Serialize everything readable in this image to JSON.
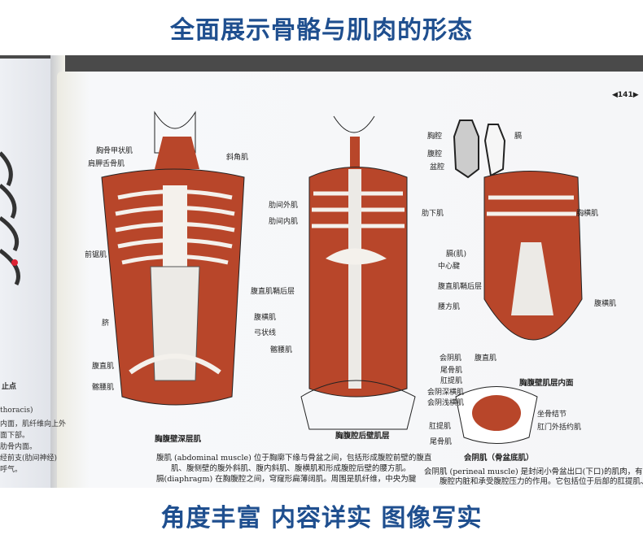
{
  "banner_top": "全面展示骨骼与肌肉的形态",
  "banner_bottom": "角度丰富 内容详实 图像写实",
  "page_number": "◀141▶",
  "left_page": [
    "止点",
    "thoracis)",
    "内面，肌纤维向上外",
    "面下部。",
    "肋骨内面。",
    "经前支(肋间神经)",
    "呼气。"
  ],
  "fig1": {
    "caption": "胸腹壁深层肌",
    "labels": [
      "胸骨甲状肌",
      "肩胛舌骨肌",
      "斜角肌",
      "前锯肌",
      "脐",
      "腹直肌",
      "髂腰肌",
      "腹直肌鞘后层",
      "腹横肌",
      "弓状线"
    ]
  },
  "fig2": {
    "caption": "胸腹腔后壁肌层",
    "labels": [
      "肋间外肌",
      "肋间内肌",
      "肋下肌",
      "膈(肌)",
      "中心腱",
      "腹直肌鞘后层",
      "腰方肌",
      "髂腰肌",
      "会阴肌",
      "尾骨肌",
      "肛提肌",
      "会阴深横肌",
      "会阴浅横肌"
    ]
  },
  "cavity": {
    "labels": [
      "胸腔",
      "腹腔",
      "盆腔",
      "膈"
    ]
  },
  "fig3": {
    "caption": "胸腹壁肌层内面",
    "labels": [
      "胸横肌",
      "腹横肌",
      "腹直肌"
    ]
  },
  "fig4": {
    "caption": "会阴肌（骨盆底肌）",
    "labels": [
      "坐骨结节",
      "肛门外括约肌",
      "肛提肌",
      "尾骨肌"
    ]
  },
  "body_left": [
    "腹肌 (abdominal muscle) 位于胸廓下缘与骨盆之间，包括形成腹腔前壁的腹直",
    "肌、腹侧壁的腹外斜肌、腹内斜肌、腹横肌和形成腹腔后壁的腰方肌。",
    "膈(diaphragm) 在胸腹腔之间，穹窿形扁薄阔肌。周围是肌纤维，中央为腱"
  ],
  "body_right": [
    "会阴肌 (perineal muscle) 是封闭小骨盆出口(下口)的肌肉，有承托盆腔、",
    "腹腔内脏和承受腹腔压力的作用。它包括位于后部的肛提肌、尾骨肌"
  ],
  "colors": {
    "banner": "#1f4f8f",
    "muscle": "#b8462a"
  }
}
